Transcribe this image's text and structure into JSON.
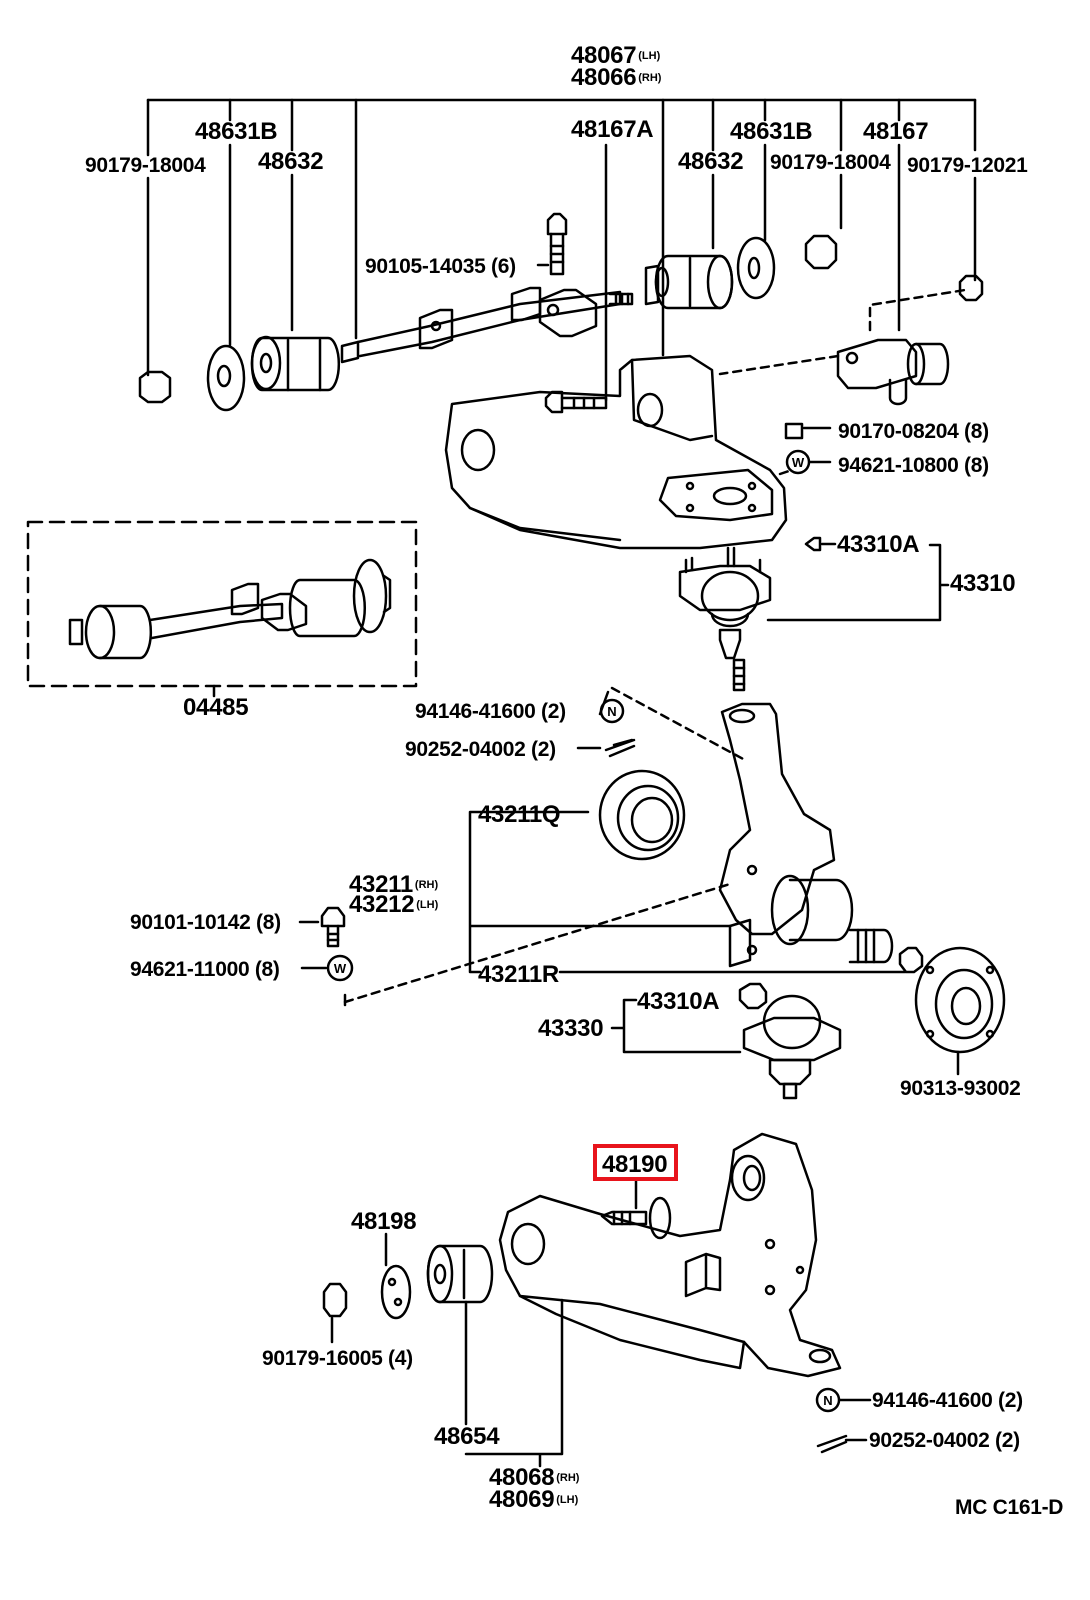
{
  "diagram": {
    "code": "MC C161-D",
    "highlighted_part": "48190",
    "parts": {
      "p48067": "48067",
      "p48067_side": "(LH)",
      "p48066": "48066",
      "p48066_side": "(RH)",
      "p48631B_left": "48631B",
      "p48632_left": "48632",
      "p90179_18004_left": "90179-18004",
      "p48167A": "48167A",
      "p48632_right": "48632",
      "p48631B_right": "48631B",
      "p90179_18004_right": "90179-18004",
      "p48167": "48167",
      "p90179_12021": "90179-12021",
      "p90105_14035": "90105-14035 (6)",
      "p90170_08204": "90170-08204 (8)",
      "p94621_10800": "94621-10800 (8)",
      "p43310A_upper": "43310A",
      "p43310": "43310",
      "p04485": "04485",
      "p94146_41600_upper": "94146-41600 (2)",
      "p90252_04002_upper": "90252-04002 (2)",
      "p43211Q": "43211Q",
      "p43211": "43211",
      "p43211_side": "(RH)",
      "p43212": "43212",
      "p43212_side": "(LH)",
      "p90101_10142": "90101-10142 (8)",
      "p94621_11000": "94621-11000 (8)",
      "p43211R": "43211R",
      "p43310A_lower": "43310A",
      "p43330": "43330",
      "p90313_93002": "90313-93002",
      "p48190": "48190",
      "p48198": "48198",
      "p90179_16005": "90179-16005 (4)",
      "p94146_41600_lower": "94146-41600 (2)",
      "p90252_04002_lower": "90252-04002 (2)",
      "p48654": "48654",
      "p48068": "48068",
      "p48068_side": "(RH)",
      "p48069": "48069",
      "p48069_side": "(LH)"
    },
    "washer_marks": {
      "n_upper": "N",
      "w_upper": "W",
      "w_lower": "W",
      "n_lower": "N"
    },
    "colors": {
      "ink": "#000000",
      "paper": "#ffffff",
      "highlight": "#e8141c"
    }
  }
}
